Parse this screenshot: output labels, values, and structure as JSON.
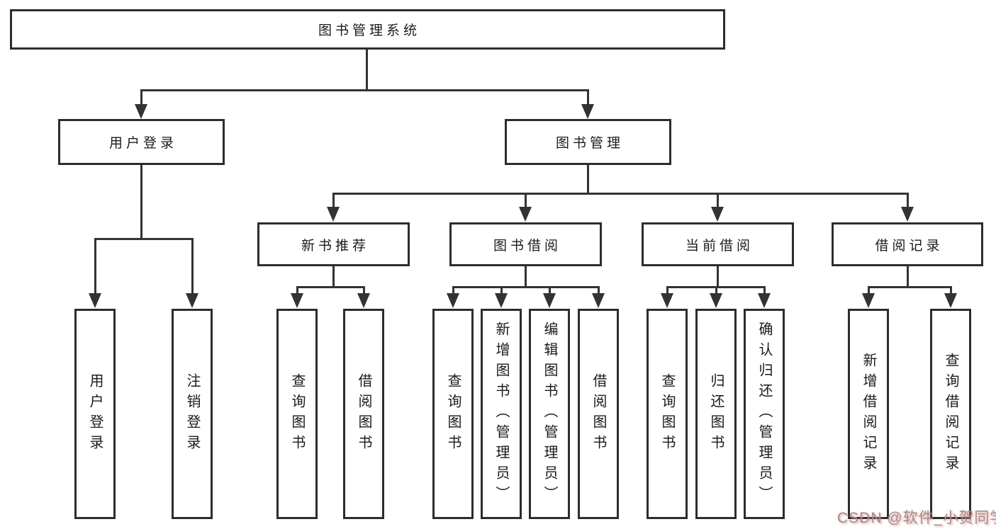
{
  "nodes": {
    "root": {
      "label": "图书管理系统"
    },
    "user_login": {
      "label": "用户登录"
    },
    "book_mgmt": {
      "label": "图书管理"
    },
    "new_book_rec": {
      "label": "新书推荐"
    },
    "book_borrow": {
      "label": "图书借阅"
    },
    "current_borrow": {
      "label": "当前借阅"
    },
    "borrow_records": {
      "label": "借阅记录"
    },
    "leaf_user_login": {
      "label": "用户登录"
    },
    "leaf_logout": {
      "label": "注销登录"
    },
    "leaf_query_book_rec": {
      "label": "查询图书"
    },
    "leaf_borrow_book_rec": {
      "label": "借阅图书"
    },
    "leaf_query_book_borrow": {
      "label": "查询图书"
    },
    "leaf_add_book_admin": {
      "label": "新增图书（管理员）"
    },
    "leaf_edit_book_admin": {
      "label": "编辑图书（管理员）"
    },
    "leaf_borrow_book_borrow": {
      "label": "借阅图书"
    },
    "leaf_query_book_current": {
      "label": "查询图书"
    },
    "leaf_return_book": {
      "label": "归还图书"
    },
    "leaf_confirm_return_admin": {
      "label": "确认归还（管理员）"
    },
    "leaf_add_borrow_record": {
      "label": "新增借阅记录"
    },
    "leaf_query_borrow_record": {
      "label": "查询借阅记录"
    }
  },
  "watermark": {
    "text": "CSDN @软件_小贺同学"
  },
  "colors": {
    "line": "#333333",
    "box_border": "#2d2d2d",
    "text": "#1b1b1b",
    "watermark_text": "#949494",
    "watermark_glow": "rgba(250,110,110,0.55)"
  }
}
